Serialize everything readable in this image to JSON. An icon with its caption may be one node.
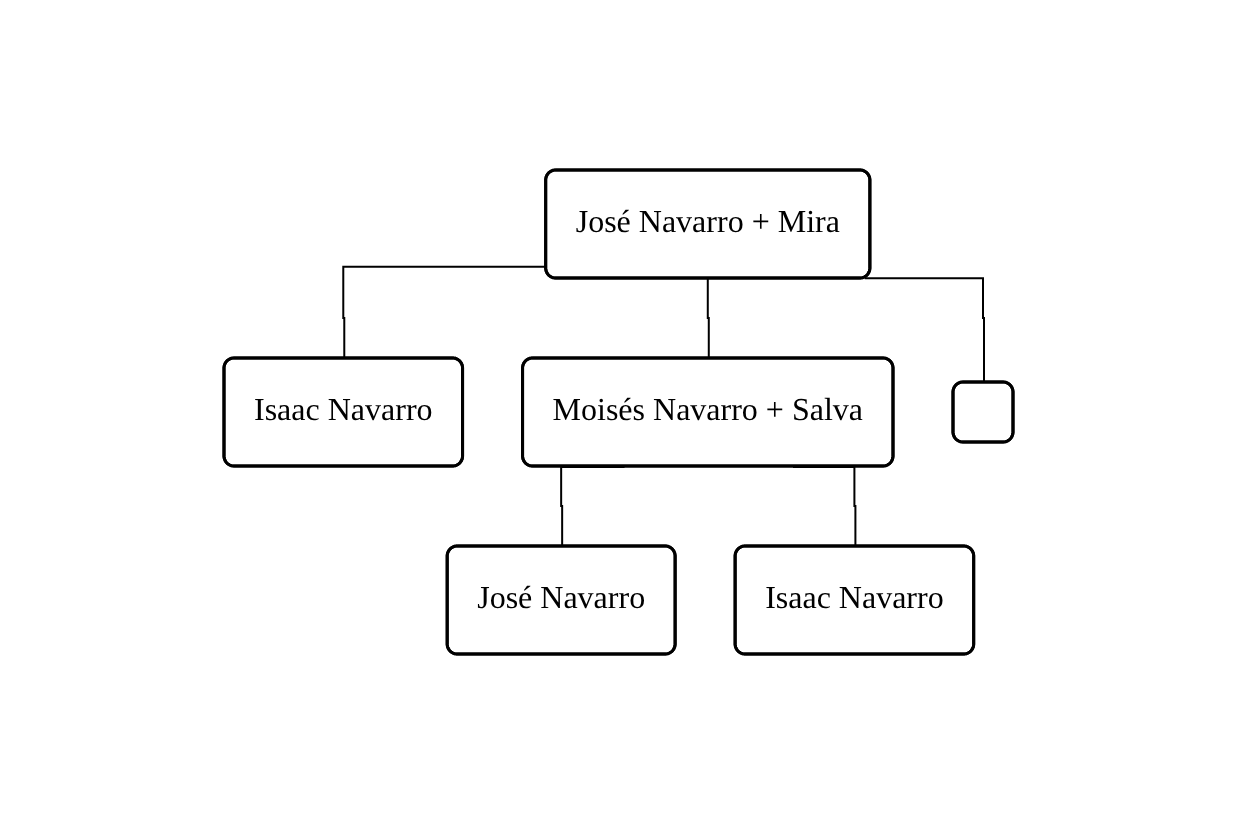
{
  "diagram": {
    "nodes": [
      {
        "text": [
          "José Navarro + Mira"
        ]
      },
      {
        "text": [
          "Isaac Navarro"
        ]
      },
      {
        "text": [
          "Moisés Navarro + Salva"
        ]
      },
      {
        "text": [],
        "shape": "box"
      },
      {
        "text": [
          "José Navarro"
        ]
      },
      {
        "text": [
          "Isaac Navarro"
        ]
      }
    ],
    "edges": [
      {
        "from": 0,
        "to": 1,
        "arrow": "none"
      },
      {
        "from": 0,
        "to": 2,
        "arrow": "none"
      },
      {
        "from": 0,
        "to": 3,
        "arrow": "none"
      },
      {
        "from": 2,
        "to": 4,
        "arrow": "none"
      },
      {
        "from": 2,
        "to": 5,
        "arrow": "none"
      }
    ]
  }
}
